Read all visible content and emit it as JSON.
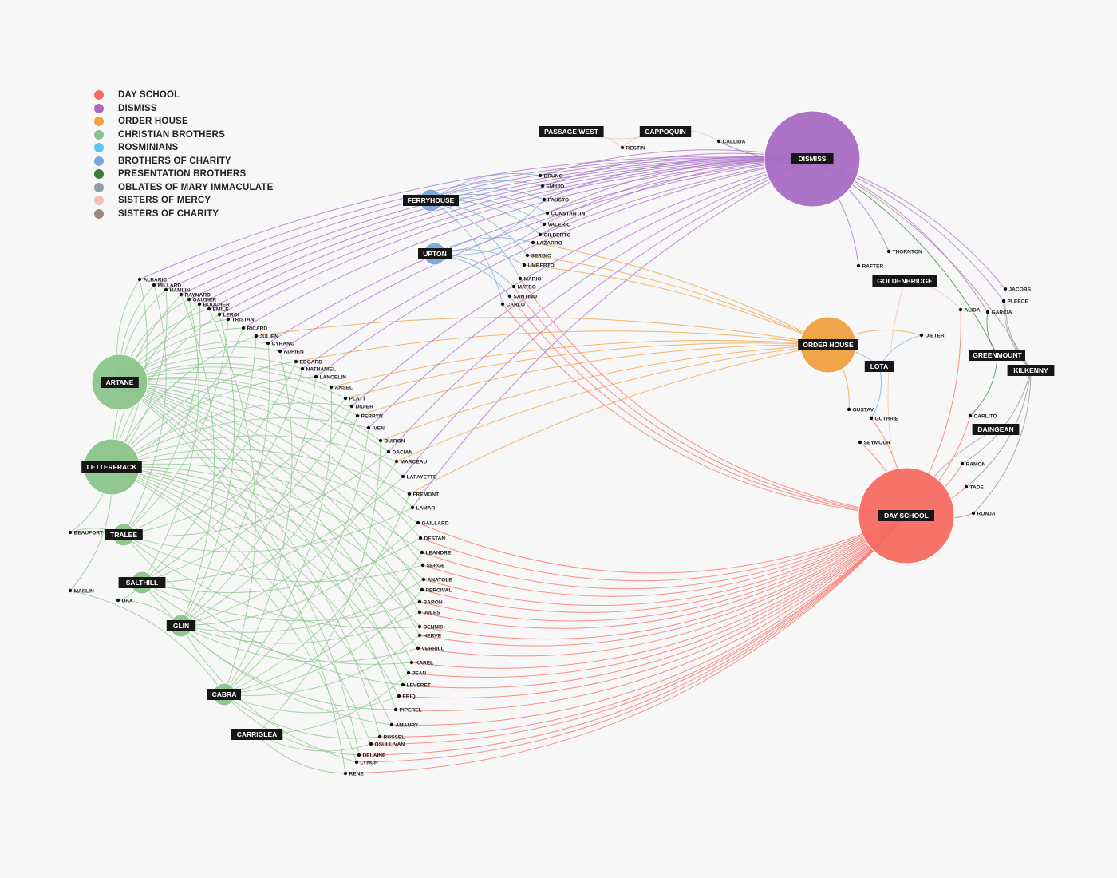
{
  "legend": [
    {
      "key": "day_school",
      "label": "DAY SCHOOL",
      "color": "#f76b62"
    },
    {
      "key": "dismiss",
      "label": "DISMISS",
      "color": "#a86bc4"
    },
    {
      "key": "order_house",
      "label": "ORDER HOUSE",
      "color": "#f0a040"
    },
    {
      "key": "christian_brothers",
      "label": "CHRISTIAN BROTHERS",
      "color": "#8bc48a"
    },
    {
      "key": "rosminians",
      "label": "ROSMINIANS",
      "color": "#5ec4ee"
    },
    {
      "key": "brothers_of_charity",
      "label": "BROTHERS OF CHARITY",
      "color": "#7aa6d6"
    },
    {
      "key": "presentation_brothers",
      "label": "PRESENTATION BROTHERS",
      "color": "#3c7d3a"
    },
    {
      "key": "oblates",
      "label": "OBLATES OF MARY IMMACULATE",
      "color": "#8f9ea8"
    },
    {
      "key": "sisters_of_mercy",
      "label": "SISTERS OF MERCY",
      "color": "#f2c0b0"
    },
    {
      "key": "sisters_of_charity",
      "label": "SISTERS OF CHARITY",
      "color": "#9a8a82"
    }
  ],
  "hubs": [
    {
      "id": "dismiss",
      "label": "DISMISS",
      "type": "dismiss",
      "size": "large"
    },
    {
      "id": "day_school",
      "label": "DAY SCHOOL",
      "type": "day_school",
      "size": "large"
    },
    {
      "id": "order_house",
      "label": "ORDER HOUSE",
      "type": "order_house",
      "size": "medium"
    },
    {
      "id": "artane",
      "label": "ARTANE",
      "type": "christian_brothers",
      "size": "medium"
    },
    {
      "id": "letterfrack",
      "label": "LETTERFRACK",
      "type": "christian_brothers",
      "size": "medium"
    },
    {
      "id": "tralee",
      "label": "TRALEE",
      "type": "christian_brothers",
      "size": "small"
    },
    {
      "id": "salthill",
      "label": "SALTHILL",
      "type": "christian_brothers",
      "size": "small"
    },
    {
      "id": "glin",
      "label": "GLIN",
      "type": "christian_brothers",
      "size": "small"
    },
    {
      "id": "cabra",
      "label": "CABRA",
      "type": "christian_brothers",
      "size": "small"
    },
    {
      "id": "carriglea",
      "label": "CARRIGLEA",
      "type": "christian_brothers",
      "size": "tiny"
    },
    {
      "id": "ferryhouse",
      "label": "FERRYHOUSE",
      "type": "brothers_of_charity",
      "size": "small"
    },
    {
      "id": "upton",
      "label": "UPTON",
      "type": "brothers_of_charity",
      "size": "small"
    },
    {
      "id": "passage_west",
      "label": "PASSAGE WEST",
      "type": "sisters_of_mercy",
      "size": "tiny"
    },
    {
      "id": "cappoquin",
      "label": "CAPPOQUIN",
      "type": "sisters_of_mercy",
      "size": "tiny"
    },
    {
      "id": "goldenbridge",
      "label": "GOLDENBRIDGE",
      "type": "sisters_of_mercy",
      "size": "tiny"
    },
    {
      "id": "lota",
      "label": "LOTA",
      "type": "brothers_of_charity",
      "size": "tiny"
    },
    {
      "id": "greenmount",
      "label": "GREENMOUNT",
      "type": "presentation_brothers",
      "size": "tiny"
    },
    {
      "id": "kilkenny",
      "label": "KILKENNY",
      "type": "sisters_of_charity",
      "size": "tiny"
    },
    {
      "id": "daingean",
      "label": "DAINGEAN",
      "type": "oblates",
      "size": "tiny"
    }
  ],
  "people": [
    {
      "name": "ALBARIC",
      "schools": [
        "artane",
        "letterfrack"
      ],
      "outcome": "dismiss"
    },
    {
      "name": "MILLARD",
      "schools": [
        "artane",
        "tralee"
      ],
      "outcome": "dismiss"
    },
    {
      "name": "HAMLIN",
      "schools": [
        "artane",
        "letterfrack"
      ],
      "outcome": "dismiss"
    },
    {
      "name": "RAYNARD",
      "schools": [
        "letterfrack",
        "glin"
      ],
      "outcome": "dismiss"
    },
    {
      "name": "GAUTIER",
      "schools": [
        "artane",
        "salthill"
      ],
      "outcome": "dismiss"
    },
    {
      "name": "BOUCHER",
      "schools": [
        "letterfrack",
        "tralee"
      ],
      "outcome": "dismiss"
    },
    {
      "name": "EMILE",
      "schools": [
        "artane",
        "cabra"
      ],
      "outcome": "dismiss"
    },
    {
      "name": "LEROI",
      "schools": [
        "letterfrack",
        "glin"
      ],
      "outcome": "dismiss"
    },
    {
      "name": "TRISTAN",
      "schools": [
        "artane",
        "tralee"
      ],
      "outcome": "dismiss"
    },
    {
      "name": "RICARD",
      "schools": [
        "artane",
        "letterfrack"
      ],
      "outcome": "dismiss"
    },
    {
      "name": "JULIEN",
      "schools": [
        "letterfrack",
        "salthill"
      ],
      "outcome": "order_house"
    },
    {
      "name": "CYRANO",
      "schools": [
        "artane",
        "glin"
      ],
      "outcome": "dismiss"
    },
    {
      "name": "ADRIEN",
      "schools": [
        "artane",
        "cabra"
      ],
      "outcome": "dismiss"
    },
    {
      "name": "EDGARD",
      "schools": [
        "letterfrack",
        "tralee"
      ],
      "outcome": "order_house"
    },
    {
      "name": "NATHANIEL",
      "schools": [
        "artane",
        "salthill"
      ],
      "outcome": "dismiss"
    },
    {
      "name": "LANCELIN",
      "schools": [
        "letterfrack",
        "glin"
      ],
      "outcome": "dismiss"
    },
    {
      "name": "ANSEL",
      "schools": [
        "artane",
        "cabra"
      ],
      "outcome": "order_house"
    },
    {
      "name": "PLATT",
      "schools": [
        "artane",
        "tralee"
      ],
      "outcome": "order_house"
    },
    {
      "name": "DIDIER",
      "schools": [
        "letterfrack",
        "salthill"
      ],
      "outcome": "dismiss"
    },
    {
      "name": "PERRYN",
      "schools": [
        "artane",
        "glin"
      ],
      "outcome": "order_house"
    },
    {
      "name": "IVEN",
      "schools": [
        "letterfrack",
        "cabra"
      ],
      "outcome": "dismiss"
    },
    {
      "name": "BUIRON",
      "schools": [
        "artane",
        "carriglea"
      ],
      "outcome": "order_house"
    },
    {
      "name": "DACIAN",
      "schools": [
        "artane",
        "tralee"
      ],
      "outcome": "dismiss"
    },
    {
      "name": "MARCEAU",
      "schools": [
        "letterfrack",
        "glin"
      ],
      "outcome": "order_house"
    },
    {
      "name": "LAFAYETTE",
      "schools": [
        "artane",
        "salthill"
      ],
      "outcome": "dismiss"
    },
    {
      "name": "FREMONT",
      "schools": [
        "letterfrack",
        "cabra"
      ],
      "outcome": "order_house"
    },
    {
      "name": "LAMAR",
      "schools": [
        "artane",
        "tralee"
      ],
      "outcome": "dismiss"
    },
    {
      "name": "GAILLARD",
      "schools": [
        "letterfrack",
        "glin"
      ],
      "outcome": "day_school"
    },
    {
      "name": "DESTAN",
      "schools": [
        "artane",
        "salthill"
      ],
      "outcome": "day_school"
    },
    {
      "name": "LEANDRE",
      "schools": [
        "letterfrack",
        "cabra"
      ],
      "outcome": "day_school"
    },
    {
      "name": "SERGE",
      "schools": [
        "artane",
        "tralee"
      ],
      "outcome": "day_school"
    },
    {
      "name": "ANATOLE",
      "schools": [
        "letterfrack",
        "glin"
      ],
      "outcome": "day_school"
    },
    {
      "name": "PERCIVAL",
      "schools": [
        "artane",
        "cabra"
      ],
      "outcome": "day_school"
    },
    {
      "name": "BARON",
      "schools": [
        "letterfrack",
        "salthill"
      ],
      "outcome": "day_school"
    },
    {
      "name": "JULES",
      "schools": [
        "artane",
        "glin"
      ],
      "outcome": "day_school"
    },
    {
      "name": "DENNIS",
      "schools": [
        "letterfrack",
        "tralee"
      ],
      "outcome": "day_school"
    },
    {
      "name": "HERVE",
      "schools": [
        "artane",
        "cabra"
      ],
      "outcome": "day_school"
    },
    {
      "name": "VERRILL",
      "schools": [
        "letterfrack",
        "glin"
      ],
      "outcome": "day_school"
    },
    {
      "name": "KAREL",
      "schools": [
        "artane",
        "salthill"
      ],
      "outcome": "day_school"
    },
    {
      "name": "JEAN",
      "schools": [
        "letterfrack",
        "carriglea"
      ],
      "outcome": "day_school"
    },
    {
      "name": "LEVERET",
      "schools": [
        "artane",
        "tralee"
      ],
      "outcome": "day_school"
    },
    {
      "name": "ERIQ",
      "schools": [
        "letterfrack",
        "cabra"
      ],
      "outcome": "day_school"
    },
    {
      "name": "PIPEREL",
      "schools": [
        "artane",
        "glin"
      ],
      "outcome": "day_school"
    },
    {
      "name": "AMAURY",
      "schools": [
        "letterfrack",
        "salthill"
      ],
      "outcome": "day_school"
    },
    {
      "name": "RUSSEL",
      "schools": [
        "artane",
        "cabra"
      ],
      "outcome": "day_school"
    },
    {
      "name": "OSULLIVAN",
      "schools": [
        "letterfrack",
        "carriglea"
      ],
      "outcome": "day_school"
    },
    {
      "name": "DELAINE",
      "schools": [
        "artane",
        "cabra"
      ],
      "outcome": "day_school"
    },
    {
      "name": "LYNCH",
      "schools": [
        "letterfrack",
        "glin"
      ],
      "outcome": "day_school"
    },
    {
      "name": "RENE",
      "schools": [
        "artane",
        "carriglea"
      ],
      "outcome": "day_school"
    },
    {
      "name": "BEAUFORT",
      "schools": [
        "letterfrack",
        "tralee"
      ],
      "outcome": ""
    },
    {
      "name": "MASLIN",
      "schools": [
        "letterfrack",
        "cabra"
      ],
      "outcome": ""
    },
    {
      "name": "DAX",
      "schools": [
        "salthill",
        "glin"
      ],
      "outcome": ""
    },
    {
      "name": "BRUNO",
      "schools": [
        "ferryhouse"
      ],
      "outcome": "dismiss"
    },
    {
      "name": "EMILIO",
      "schools": [
        "ferryhouse"
      ],
      "outcome": "dismiss"
    },
    {
      "name": "FAUSTO",
      "schools": [
        "ferryhouse",
        "upton"
      ],
      "outcome": "dismiss"
    },
    {
      "name": "CONSTANTIN",
      "schools": [
        "ferryhouse"
      ],
      "outcome": "dismiss"
    },
    {
      "name": "VALERIO",
      "schools": [
        "ferryhouse",
        "upton"
      ],
      "outcome": "dismiss"
    },
    {
      "name": "GILBERTO",
      "schools": [
        "ferryhouse"
      ],
      "outcome": "dismiss"
    },
    {
      "name": "LAZARRO",
      "schools": [
        "upton"
      ],
      "outcome": "order_house"
    },
    {
      "name": "SERGIO",
      "schools": [
        "ferryhouse"
      ],
      "outcome": "order_house"
    },
    {
      "name": "UMBERTO",
      "schools": [
        "upton"
      ],
      "outcome": "order_house"
    },
    {
      "name": "MARIO",
      "schools": [
        "ferryhouse"
      ],
      "outcome": "day_school"
    },
    {
      "name": "MATEO",
      "schools": [
        "upton"
      ],
      "outcome": "day_school"
    },
    {
      "name": "SANTINO",
      "schools": [
        "upton"
      ],
      "outcome": "day_school"
    },
    {
      "name": "CARLO",
      "schools": [
        "ferryhouse"
      ],
      "outcome": "day_school"
    },
    {
      "name": "RESTIN",
      "schools": [
        "passage_west",
        "cappoquin"
      ],
      "outcome": ""
    },
    {
      "name": "CALLIDA",
      "schools": [
        "cappoquin"
      ],
      "outcome": "dismiss"
    },
    {
      "name": "THORNTON",
      "schools": [],
      "outcome": "dismiss"
    },
    {
      "name": "RAFTER",
      "schools": [],
      "outcome": "dismiss"
    },
    {
      "name": "ALIDA",
      "schools": [
        "goldenbridge"
      ],
      "outcome": "day_school"
    },
    {
      "name": "JACOBS",
      "schools": [
        "kilkenny"
      ],
      "outcome": "dismiss"
    },
    {
      "name": "PLEECE",
      "schools": [
        "kilkenny"
      ],
      "outcome": "dismiss"
    },
    {
      "name": "GARCIA",
      "schools": [
        "greenmount"
      ],
      "outcome": "dismiss"
    },
    {
      "name": "DIETER",
      "schools": [
        "lota"
      ],
      "outcome": "order_house"
    },
    {
      "name": "GUSTAV",
      "schools": [],
      "outcome": "order_house"
    },
    {
      "name": "GUTHRIE",
      "schools": [
        "lota"
      ],
      "outcome": "day_school"
    },
    {
      "name": "SEYMOUR",
      "schools": [],
      "outcome": "day_school"
    },
    {
      "name": "CARLITO",
      "schools": [
        "greenmount"
      ],
      "outcome": "day_school"
    },
    {
      "name": "RAMON",
      "schools": [
        "kilkenny"
      ],
      "outcome": "day_school"
    },
    {
      "name": "TADE",
      "schools": [
        "kilkenny"
      ],
      "outcome": "day_school"
    },
    {
      "name": "RONJA",
      "schools": [
        "kilkenny"
      ],
      "outcome": "day_school"
    }
  ]
}
